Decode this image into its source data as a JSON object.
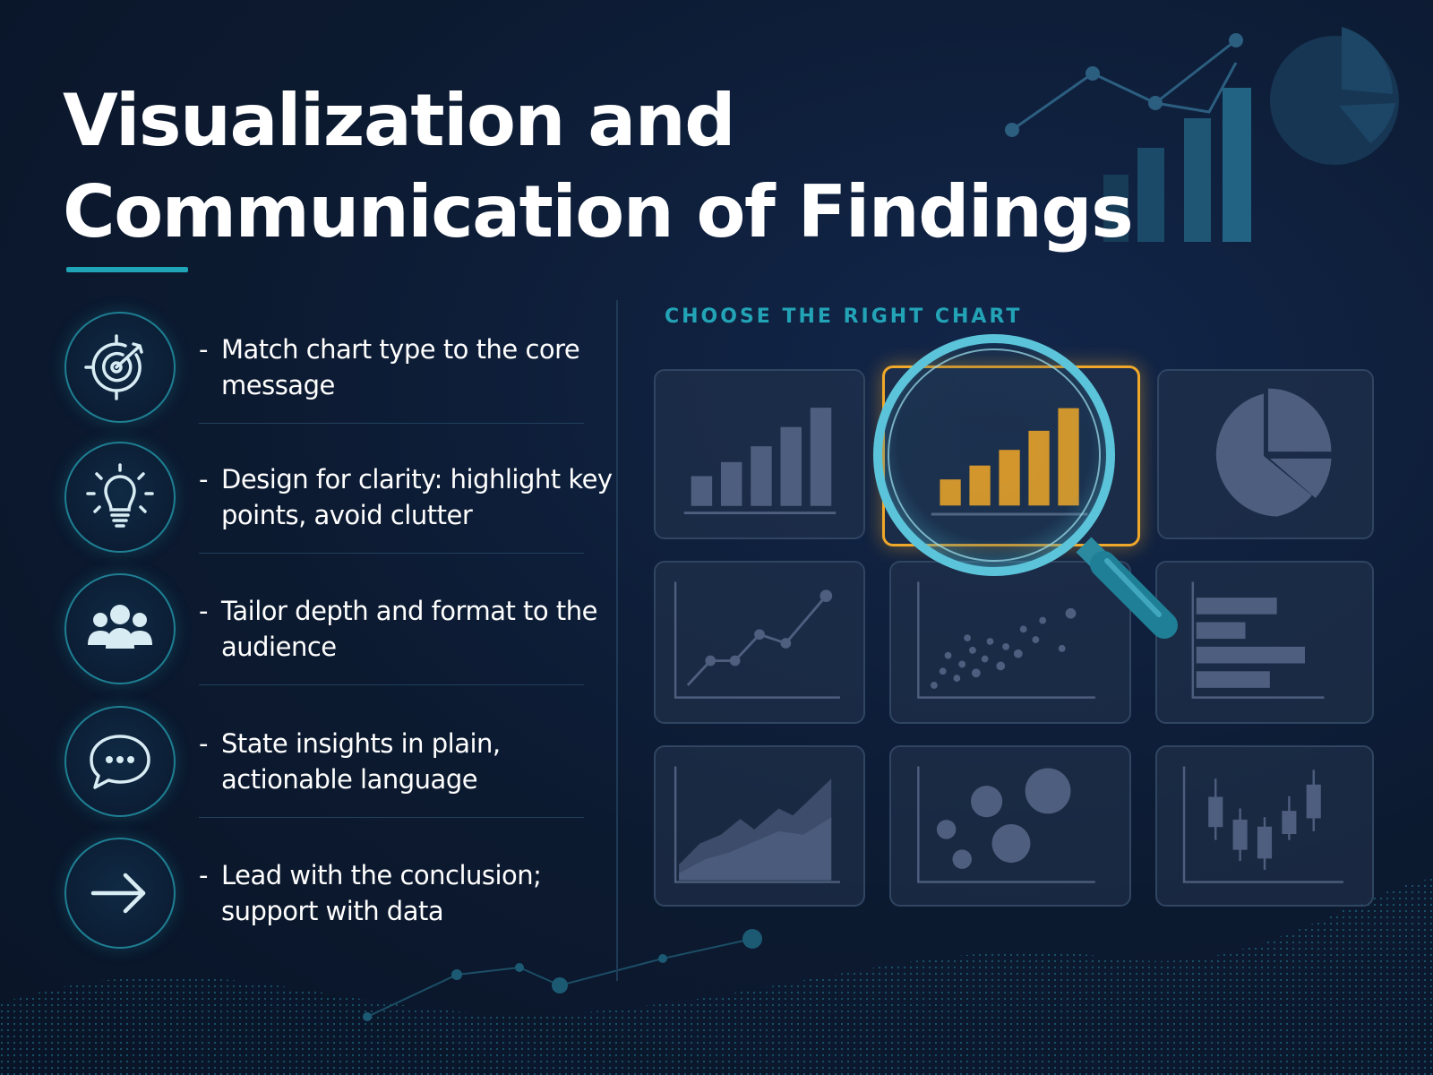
{
  "title": {
    "line1": "Visualization and",
    "line2": "Communication of Findings"
  },
  "points": [
    {
      "icon": "target-icon",
      "dash": "-",
      "text": "Match chart type to the core message"
    },
    {
      "icon": "lightbulb-icon",
      "dash": "-",
      "text": "Design for clarity: highlight key points, avoid clutter"
    },
    {
      "icon": "audience-icon",
      "dash": "-",
      "text": "Tailor depth and format to the audience"
    },
    {
      "icon": "speech-bubble-icon",
      "dash": "-",
      "text": "State insights in plain, actionable language"
    },
    {
      "icon": "arrow-right-icon",
      "dash": "-",
      "text": "Lead with the conclusion; support with data"
    }
  ],
  "chart_gallery": {
    "label": "CHOOSE THE RIGHT CHART",
    "options": [
      {
        "icon": "bar-chart-icon",
        "selected": false
      },
      {
        "icon": "bar-chart-icon",
        "selected": true
      },
      {
        "icon": "pie-chart-icon",
        "selected": false
      },
      {
        "icon": "line-chart-icon",
        "selected": false
      },
      {
        "icon": "scatter-plot-icon",
        "selected": false
      },
      {
        "icon": "horizontal-bar-chart-icon",
        "selected": false
      },
      {
        "icon": "area-chart-icon",
        "selected": false
      },
      {
        "icon": "bubble-chart-icon",
        "selected": false
      },
      {
        "icon": "candlestick-chart-icon",
        "selected": false
      }
    ]
  },
  "colors": {
    "background": "#0c1a30",
    "accent": "#1fa4b8",
    "highlight": "#f0a82a",
    "muted_chart": "#48597a",
    "text": "#ffffff"
  }
}
